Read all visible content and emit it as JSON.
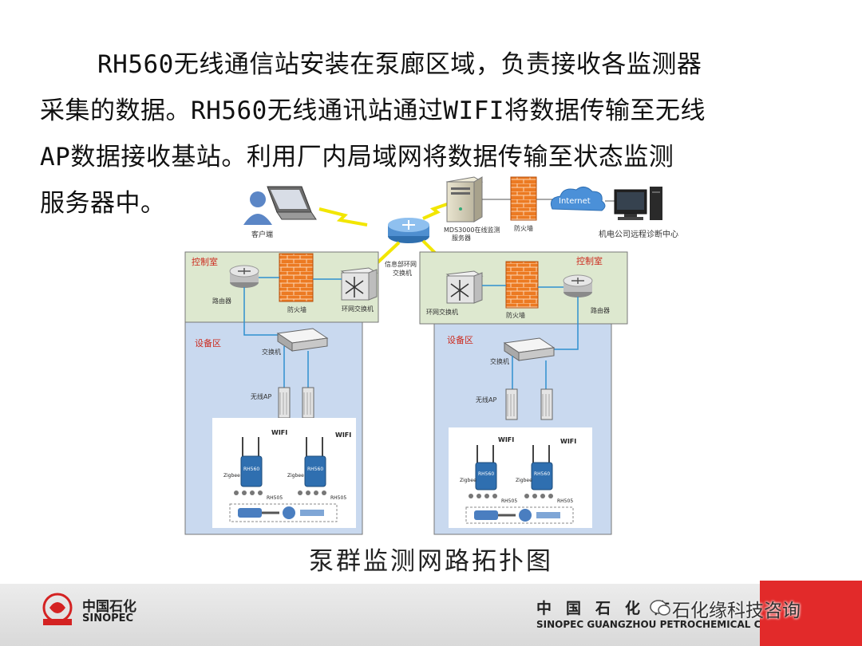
{
  "paragraph": {
    "line1": "RH560无线通信站安装在泵廊区域，负责接收各监测器",
    "line2": "采集的数据。RH560无线通讯站通过WIFI将数据传输至无线",
    "line3": "AP数据接收基站。利用厂内局域网将数据传输至状态监测",
    "line4": "服务器中。"
  },
  "diagram": {
    "top": {
      "client": "客户端",
      "server_line1": "MDS3000在线监测",
      "server_line2": "服务器",
      "firewall": "防火墙",
      "internet": "Internet",
      "remote_center": "机电公司远程诊断中心",
      "core_switch_line1": "信息部环网",
      "core_switch_line2": "交换机"
    },
    "left": {
      "control_room": "控制室",
      "router": "路由器",
      "firewall": "防火墙",
      "ring_switch": "环网交换机",
      "equipment_area": "设备区",
      "switch": "交换机",
      "wireless_ap": "无线AP",
      "wifi1": "WIFI",
      "wifi2": "WIFI",
      "zigbee1": "Zigbee",
      "zigbee2": "Zigbee",
      "rh560_1": "RH560",
      "rh560_2": "RH560",
      "rh505_1": "RH505",
      "rh505_2": "RH505"
    },
    "right": {
      "control_room": "控制室",
      "router": "路由器",
      "firewall": "防火墙",
      "ring_switch": "环网交换机",
      "equipment_area": "设备区",
      "switch": "交换机",
      "wireless_ap": "无线AP",
      "wifi1": "WIFI",
      "wifi2": "WIFI",
      "zigbee1": "Zigbee",
      "zigbee2": "Zigbee",
      "rh560_1": "RH560",
      "rh560_2": "RH560",
      "rh505_1": "RH505",
      "rh505_2": "RH505"
    },
    "caption": "泵群监测网路拓扑图"
  },
  "footer": {
    "logo_cn": "中国石化",
    "logo_en": "SINOPEC",
    "company_cn": "中国石化广",
    "company_en": "SINOPEC GUANGZHOU PETROCHEMICAL COMPANY",
    "watermark": "石化缘科技咨询"
  },
  "colors": {
    "control_room_bg": "#dde8cf",
    "equipment_bg": "#c9d9ef",
    "area_label": "#cc2a1e",
    "link": "#2f8fcf",
    "lightning": "#f2e600",
    "firewall": "#e8771e",
    "footer_red": "#e22a2a"
  }
}
